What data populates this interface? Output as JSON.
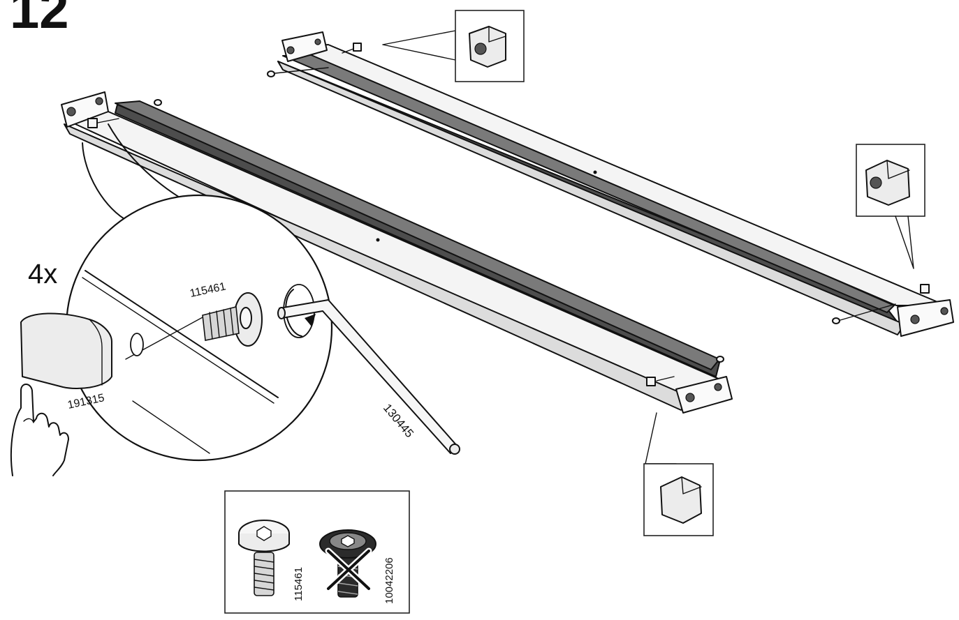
{
  "step_number": "12",
  "detail": {
    "quantity": "4x",
    "cap_part_number": "191315",
    "screw_part_number": "115461",
    "hex_key_part_number": "130445"
  },
  "fastener_box": {
    "correct_screw_part_number": "115461",
    "incorrect_screw_part_number": "10042206"
  }
}
